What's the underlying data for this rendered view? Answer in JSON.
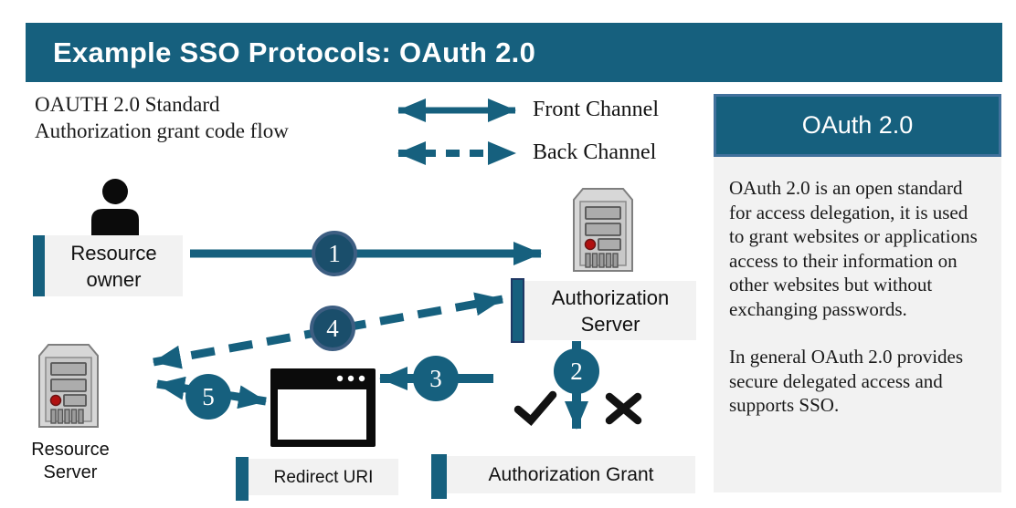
{
  "header": {
    "title": "Example SSO Protocols: OAuth 2.0"
  },
  "intro": {
    "line1": "OAUTH 2.0 Standard",
    "line2": "Authorization grant code flow"
  },
  "legend": {
    "front_channel": "Front Channel",
    "back_channel": "Back Channel"
  },
  "sidebar": {
    "title": "OAuth 2.0",
    "paragraph1": "OAuth 2.0 is an open standard for access delegation, it is used to grant websites or applications access to their information on other websites but without exchanging passwords.",
    "paragraph2": "In general OAuth 2.0 provides secure delegated access and supports SSO."
  },
  "labels": {
    "resource_owner": "Resource owner",
    "authorization_server": "Authorization Server",
    "resource_server": "Resource Server",
    "redirect_uri": "Redirect URI",
    "authorization_grant": "Authorization Grant"
  },
  "steps": {
    "s1": "1",
    "s2": "2",
    "s3": "3",
    "s4": "4",
    "s5": "5"
  },
  "colors": {
    "teal": "#16607E",
    "step_dark": "#1A4E6B",
    "step_ring": "#3D5E82",
    "label_bg": "#F2F2F2",
    "sidebar_border": "#41719C"
  }
}
